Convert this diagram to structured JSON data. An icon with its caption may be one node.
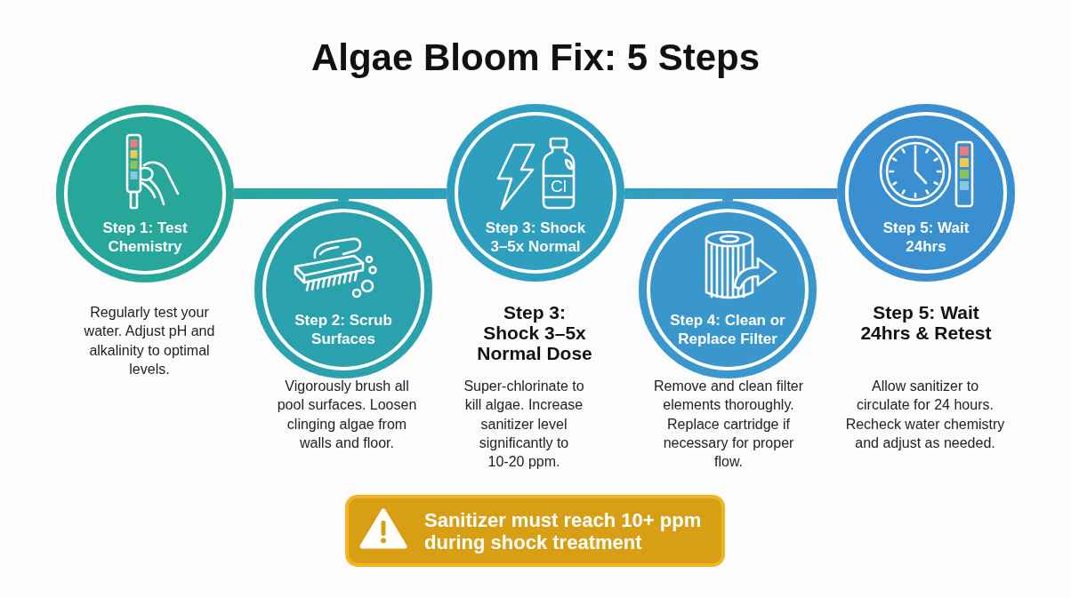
{
  "diagram": {
    "title": "Algae Bloom Fix: 5 Steps",
    "nodes": [
      {
        "text": [
          "Step 1: Test Chemistry"
        ],
        "beside": [
          "Regularly test your water. Adjust pH and alkalinity to optimal levels."
        ]
      },
      {
        "text": [
          "Step 2: Scrub Surfaces"
        ],
        "beside": [
          "Vigorously brush all pool surfaces. Loosen clinging algae from walls and floor."
        ]
      },
      {
        "text": [
          "Step 3: Shock 3–5x Normal"
        ],
        "beside": [
          "Step 3: Shock 3–5x Normal Dose",
          "Super-chlorinate to kill algae. Increase sanitizer level significantly to 10-20 ppm."
        ]
      },
      {
        "text": [
          "Step 4: Clean or Replace Filter"
        ],
        "beside": [
          "Remove and clean filter elements thoroughly. Replace cartridge if necessary for proper flow."
        ]
      },
      {
        "text": [
          "Step 5: Wait 24hrs"
        ],
        "beside": [
          "Step 5: Wait 24hrs & Retest",
          "Allow sanitizer to circulate for 24 hours. Recheck water chemistry and adjust as needed."
        ]
      },
      {
        "text": [
          "Sanitizer must reach 10+ ppm during shock treatment"
        ]
      }
    ],
    "edges": [
      {
        "from": 0,
        "to": 1,
        "arrow": "none"
      },
      {
        "from": 1,
        "to": 2,
        "arrow": "none"
      },
      {
        "from": 2,
        "to": 3,
        "arrow": "none"
      },
      {
        "from": 3,
        "to": 4,
        "arrow": "none"
      }
    ],
    "labels": [
      "Cl"
    ]
  }
}
